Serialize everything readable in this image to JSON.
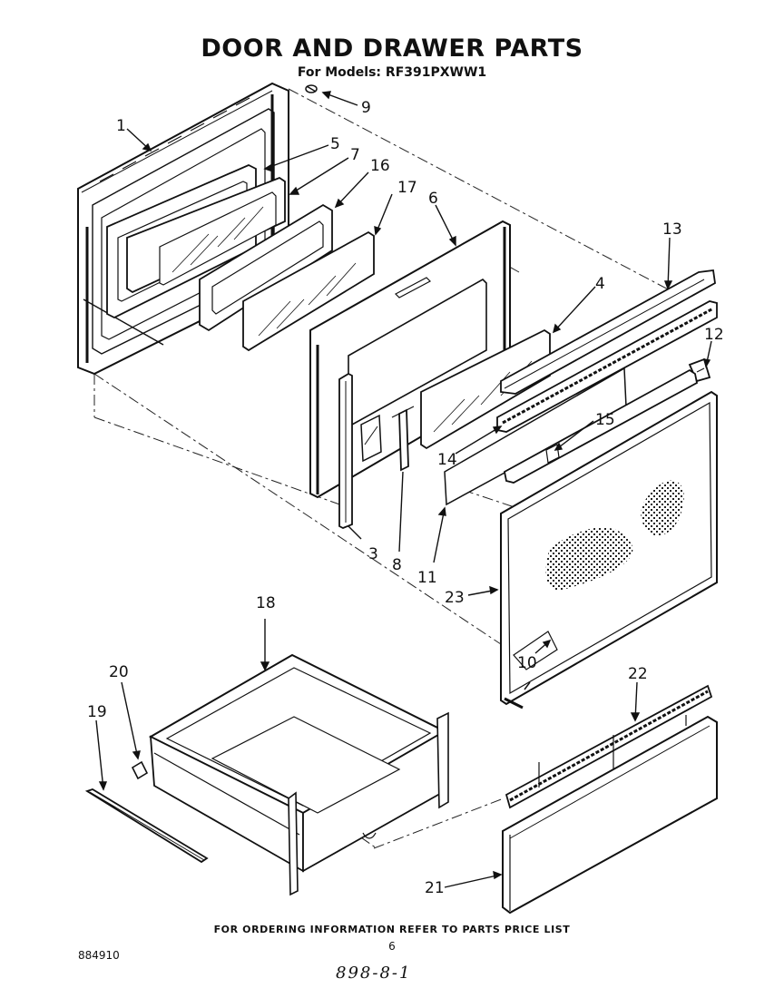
{
  "header": {
    "title": "DOOR AND DRAWER PARTS",
    "subtitle": "For Models: RF391PXWW1"
  },
  "footer": {
    "ordering_note": "FOR ORDERING INFORMATION REFER TO PARTS PRICE LIST",
    "page_number": "6",
    "document_id": "884910",
    "handwritten_note": "898-8-1"
  },
  "callouts": {
    "c1": "1",
    "c3": "3",
    "c4": "4",
    "c5": "5",
    "c6": "6",
    "c7": "7",
    "c8": "8",
    "c9": "9",
    "c10": "10",
    "c11": "11",
    "c12": "12",
    "c13": "13",
    "c14": "14",
    "c15": "15",
    "c16": "16",
    "c17": "17",
    "c18": "18",
    "c19": "19",
    "c20": "20",
    "c21": "21",
    "c22": "22",
    "c23": "23"
  }
}
